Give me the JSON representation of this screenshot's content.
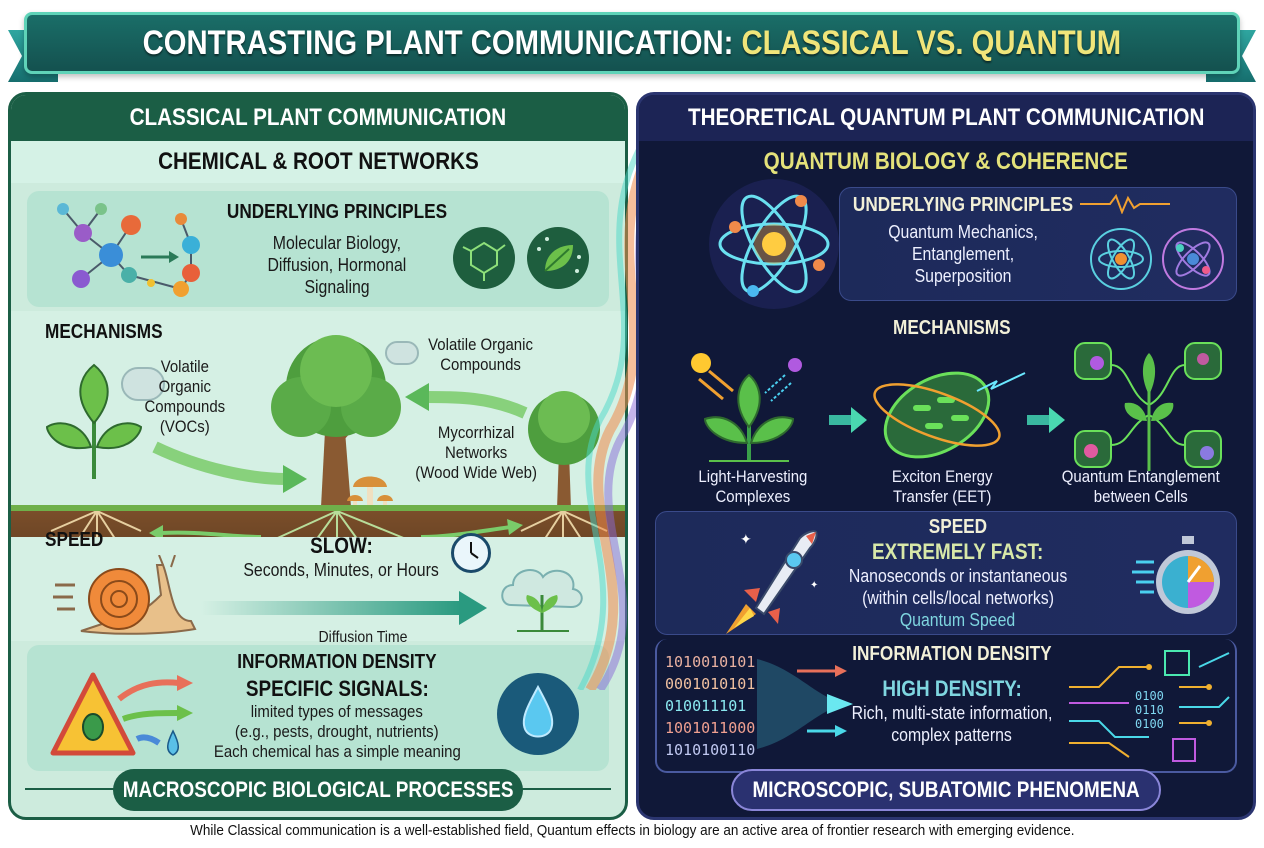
{
  "title": {
    "prefix": "CONTRASTING PLANT COMMUNICATION: ",
    "highlight": "CLASSICAL VS. QUANTUM"
  },
  "colors": {
    "classical_primary": "#1b5e45",
    "classical_bg": "#cdebdd",
    "quantum_primary": "#1c2455",
    "quantum_bg": "#101838",
    "title_highlight": "#f0e57a",
    "quantum_subhead": "#e4e27a",
    "quantum_speed_label": "#7fd6e0"
  },
  "classical": {
    "header": "CLASSICAL PLANT COMMUNICATION",
    "subheader": "CHEMICAL & ROOT NETWORKS",
    "principles": {
      "title": "UNDERLYING PRINCIPLES",
      "lines": [
        "Molecular Biology,",
        "Diffusion, Hormonal",
        "Signaling"
      ]
    },
    "mechanisms": {
      "title": "MECHANISMS",
      "voc_left": [
        "Volatile",
        "Organic",
        "Compounds",
        "(VOCs)"
      ],
      "voc_right": [
        "Volatile Organic",
        "Compounds"
      ],
      "mycorrhizal": [
        "Mycorrhizal",
        "Networks",
        "(Wood Wide Web)"
      ]
    },
    "speed": {
      "title": "SPEED",
      "emphasis": "SLOW:",
      "detail": "Seconds, Minutes, or Hours",
      "arrow_label": "Diffusion Time"
    },
    "info": {
      "title": "INFORMATION DENSITY",
      "emphasis": "SPECIFIC SIGNALS:",
      "lines": [
        "limited types of messages",
        "(e.g., pests, drought, nutrients)",
        "Each chemical has a simple meaning"
      ]
    },
    "footer": "MACROSCOPIC BIOLOGICAL PROCESSES"
  },
  "quantum": {
    "header": "THEORETICAL QUANTUM PLANT COMMUNICATION",
    "subheader": "QUANTUM BIOLOGY & COHERENCE",
    "principles": {
      "title": "UNDERLYING PRINCIPLES",
      "lines": [
        "Quantum Mechanics,",
        "Entanglement,",
        "Superposition"
      ]
    },
    "mechanisms": {
      "title": "MECHANISMS",
      "steps": [
        {
          "lines": [
            "Light-Harvesting",
            "Complexes"
          ]
        },
        {
          "lines": [
            "Exciton Energy",
            "Transfer (EET)"
          ]
        },
        {
          "lines": [
            "Quantum Entanglement",
            "between Cells"
          ]
        }
      ]
    },
    "speed": {
      "title": "SPEED",
      "emphasis": "EXTREMELY FAST:",
      "lines": [
        "Nanoseconds or instantaneous",
        "(within cells/local networks)"
      ],
      "tag": "Quantum Speed"
    },
    "info": {
      "title": "INFORMATION DENSITY",
      "emphasis": "HIGH DENSITY:",
      "lines": [
        "Rich, multi-state information,",
        "complex patterns"
      ],
      "binary_rows": [
        "1010010101",
        "0001010101",
        "010011101",
        "1001011000",
        "1010100110"
      ],
      "circuit_bits": [
        "0100",
        "0110",
        "0100"
      ]
    },
    "footer": "MICROSCOPIC, SUBATOMIC PHENOMENA"
  },
  "caption": "While Classical communication is a well-established field, Quantum effects in biology are an active area of frontier research with emerging evidence."
}
